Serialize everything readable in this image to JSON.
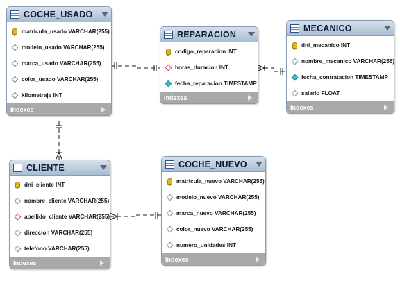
{
  "diagram": {
    "tables": [
      {
        "name": "COCHE_USADO",
        "columns": [
          {
            "label": "matricula_usado VARCHAR(255)",
            "icon": "primary-key-icon"
          },
          {
            "label": "modelo_usado VARCHAR(255)",
            "icon": "column-diamond-icon"
          },
          {
            "label": "marca_usado VARCHAR(255)",
            "icon": "column-diamond-icon"
          },
          {
            "label": "color_usado VARCHAR(255)",
            "icon": "column-diamond-icon"
          },
          {
            "label": "kilometraje INT",
            "icon": "column-diamond-icon"
          }
        ],
        "footer": "Indexes"
      },
      {
        "name": "REPARACION",
        "columns": [
          {
            "label": "codigo_reparacion INT",
            "icon": "primary-key-icon"
          },
          {
            "label": "horas_duracion INT",
            "icon": "foreign-key-diamond-icon"
          },
          {
            "label": "fecha_reparacion TIMESTAMP",
            "icon": "filled-diamond-icon"
          }
        ],
        "footer": "Indexes"
      },
      {
        "name": "MECANICO",
        "columns": [
          {
            "label": "dni_mecanico INT",
            "icon": "primary-key-icon"
          },
          {
            "label": "nombre_mecanico VARCHAR(255)",
            "icon": "column-diamond-icon"
          },
          {
            "label": "fecha_contratacion TIMESTAMP",
            "icon": "filled-diamond-icon"
          },
          {
            "label": "salario FLOAT",
            "icon": "column-diamond-icon"
          }
        ],
        "footer": "Indexes"
      },
      {
        "name": "CLIENTE",
        "columns": [
          {
            "label": "dni_cliente INT",
            "icon": "primary-key-icon"
          },
          {
            "label": "nombre_cliente VARCHAR(255)",
            "icon": "column-diamond-icon"
          },
          {
            "label": "apellido_cliente VARCHAR(255)",
            "icon": "foreign-key-diamond-icon"
          },
          {
            "label": "direccion VARCHAR(255)",
            "icon": "column-diamond-icon"
          },
          {
            "label": "telefono VARCHAR(255)",
            "icon": "column-diamond-icon"
          }
        ],
        "footer": "Indexes"
      },
      {
        "name": "COCHE_NUEVO",
        "columns": [
          {
            "label": "matricula_nuevo VARCHAR(255)",
            "icon": "primary-key-icon"
          },
          {
            "label": "modelo_nuevo VARCHAR(255)",
            "icon": "column-diamond-icon"
          },
          {
            "label": "marca_nuevo VARCHAR(255)",
            "icon": "column-diamond-icon"
          },
          {
            "label": "color_nuevo VARCHAR(255)",
            "icon": "column-diamond-icon"
          },
          {
            "label": "numero_unidades INT",
            "icon": "column-diamond-icon"
          }
        ],
        "footer": "Indexes"
      }
    ],
    "relationships": [
      {
        "from": "COCHE_USADO",
        "to": "REPARACION",
        "from_end": "one",
        "to_end": "one"
      },
      {
        "from": "REPARACION",
        "to": "MECANICO",
        "from_end": "many",
        "to_end": "one"
      },
      {
        "from": "COCHE_USADO",
        "to": "CLIENTE",
        "from_end": "one",
        "to_end": "many"
      },
      {
        "from": "CLIENTE",
        "to": "COCHE_NUEVO",
        "from_end": "many",
        "to_end": "one"
      }
    ]
  }
}
